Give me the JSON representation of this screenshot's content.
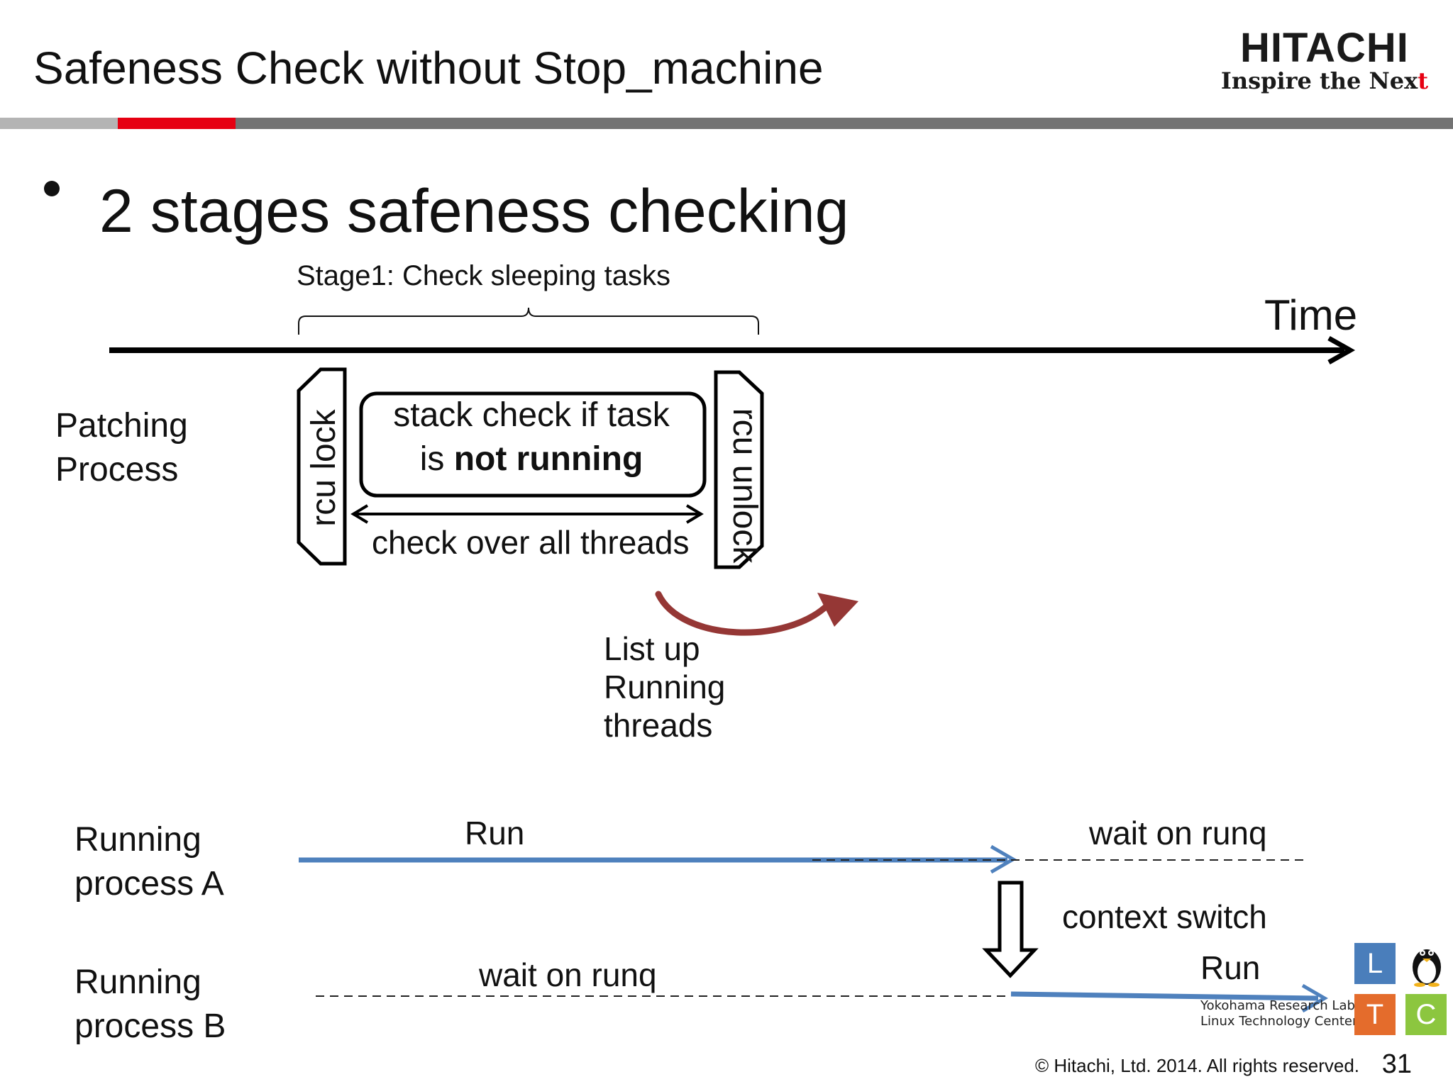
{
  "slide": {
    "title": "Safeness Check without Stop_machine",
    "bullet": "2 stages safeness checking",
    "page_number": "31",
    "copyright": "© Hitachi, Ltd. 2014. All rights reserved."
  },
  "logo": {
    "brand": "HITACHI",
    "tagline_main": "Inspire the Nex",
    "tagline_last": "t",
    "colors": {
      "text": "#1a1a1a",
      "accent": "#e60012"
    }
  },
  "diagram": {
    "stage1_label": "Stage1: Check sleeping tasks",
    "time_label": "Time",
    "patching_process": [
      "Patching",
      "Process"
    ],
    "rcu_lock": "rcu lock",
    "rcu_unlock": "rcu unlock",
    "stack_check_line1": "stack check if task",
    "stack_check_line2_prefix": "is ",
    "stack_check_line2_bold": "not running",
    "check_all_threads": "check over all threads",
    "list_up": [
      "List up",
      "Running",
      "threads"
    ],
    "process_a": [
      "Running",
      "process A"
    ],
    "process_b": [
      "Running",
      "process B"
    ],
    "run_a": "Run",
    "wait_a": "wait on runq",
    "context_switch": "context switch",
    "run_b": "Run",
    "wait_b": "wait on runq",
    "colors": {
      "run_line": "#4f81bd",
      "curve_arrow": "#953735",
      "timeline": "#000000"
    }
  },
  "lab_logo": {
    "letters": [
      "L",
      "T",
      "C"
    ],
    "line1": "Yokohama Research Lab.",
    "line2": "Linux Technology Center",
    "colors": {
      "L": "#4a7ebb",
      "T": "#e46c2c",
      "C": "#8cc63f"
    }
  }
}
